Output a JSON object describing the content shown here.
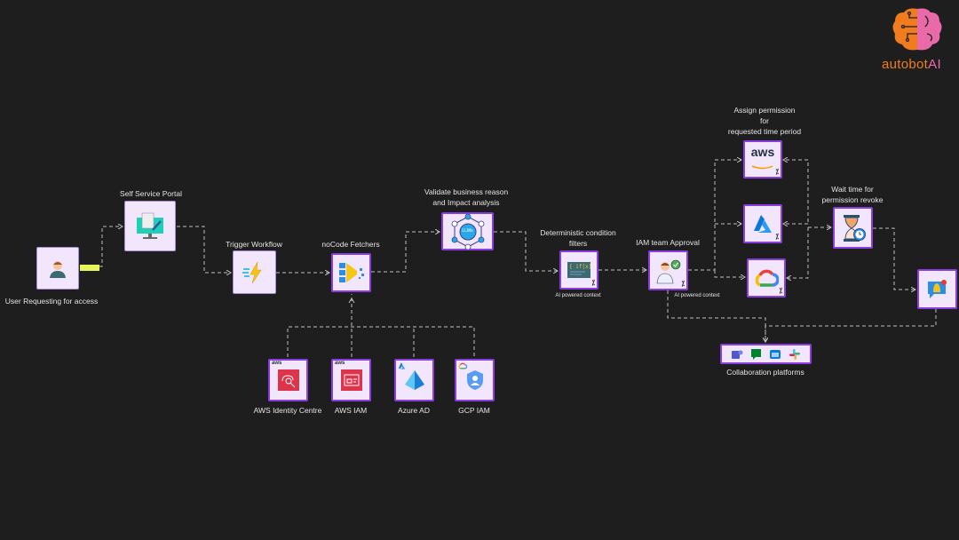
{
  "brand": {
    "name_part1": "autobot",
    "name_part2": "AI",
    "colors": {
      "orange": "#f07c1e",
      "pink": "#e86aa8"
    }
  },
  "nodes": {
    "user": {
      "label": "User Requesting for access",
      "icon": "user-avatar-icon"
    },
    "portal": {
      "label": "Self Service Portal",
      "icon": "monitor-document-icon"
    },
    "trigger": {
      "label": "Trigger Workflow",
      "icon": "lightning-icon"
    },
    "fetchers": {
      "label": "noCode Fetchers",
      "icon": "funnel-data-icon"
    },
    "llm": {
      "label_line1": "Validate business reason",
      "label_line2": "and Impact analysis",
      "icon_text": "LLMs",
      "icon": "llm-network-icon"
    },
    "filters": {
      "label_line1": "Deterministic condition",
      "label_line2": "filters",
      "caption": "AI powered context",
      "icon": "code-filter-icon"
    },
    "approval": {
      "label": "IAM team Approval",
      "caption": "AI powered context",
      "icon": "approver-check-icon"
    },
    "assign": {
      "label_line1": "Assign permission",
      "label_line2": "for",
      "label_line3": "requested time period"
    },
    "aws": {
      "icon_text": "aws",
      "icon": "aws-logo-icon"
    },
    "azure": {
      "icon": "azure-logo-icon"
    },
    "gcp": {
      "icon": "google-cloud-icon"
    },
    "wait": {
      "label_line1": "Wait time for",
      "label_line2": "permission revoke",
      "icon": "hourglass-clock-icon"
    },
    "notify": {
      "icon": "notification-bell-icon"
    },
    "collab": {
      "label": "Collaboration platforms",
      "icons": [
        "teams-icon",
        "google-chat-icon",
        "outlook-icon",
        "slack-icon"
      ]
    }
  },
  "sources": [
    {
      "label": "AWS Identity Centre",
      "badge": "aws"
    },
    {
      "label": "AWS IAM",
      "badge": "aws"
    },
    {
      "label": "Azure AD",
      "badge": ""
    },
    {
      "label": "GCP IAM",
      "badge": ""
    }
  ],
  "ai_mark": "⁒",
  "colors": {
    "background": "#1e1e1e",
    "node_fill": "#f1e6fb",
    "node_border": "#8a3ee0",
    "connector": "#bdbdbd",
    "highlight": "#e6f55a"
  }
}
